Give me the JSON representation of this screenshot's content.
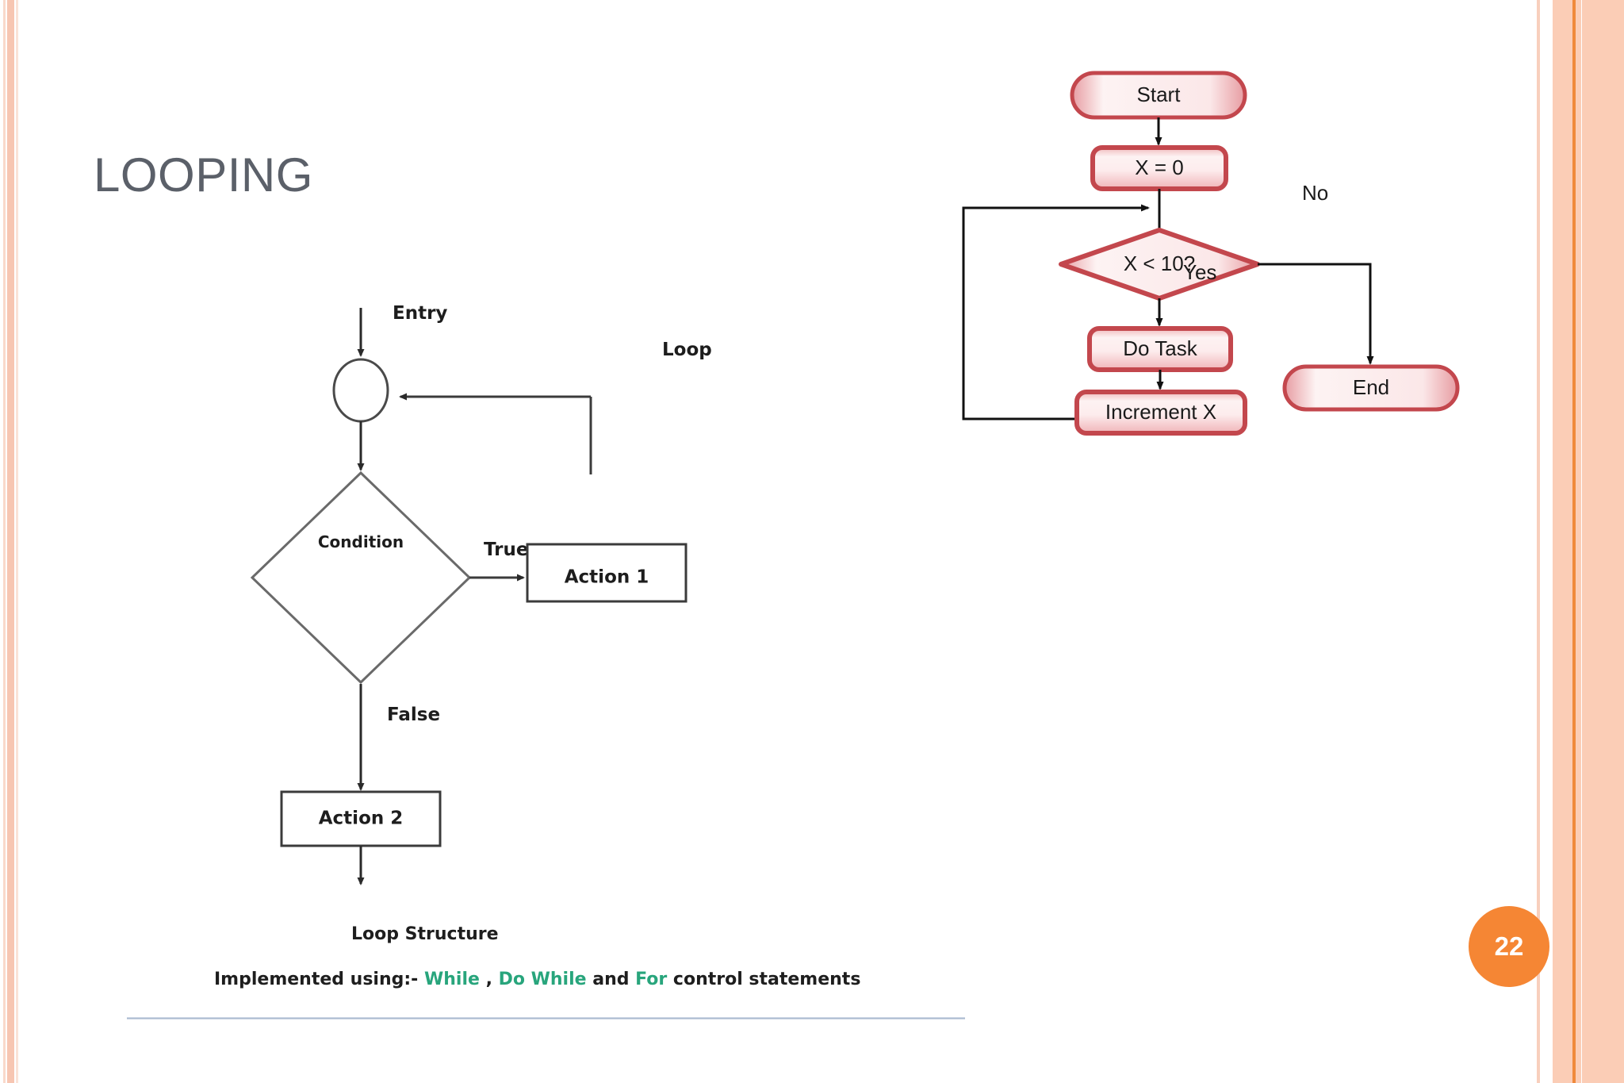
{
  "slide": {
    "title": "LOOPING",
    "page_number": "22",
    "title_color": "#5b6069",
    "badge_color": "#f58634",
    "border_accent_color": "#f08a3c",
    "border_band_color": "#fbcdb6"
  },
  "left_diagram": {
    "caption_title": "Loop Structure",
    "caption_prefix": "Implemented using:- ",
    "caption_keyword_1": "While",
    "caption_sep_1": " , ",
    "caption_keyword_2": "Do While",
    "caption_sep_2": " and ",
    "caption_keyword_3": "For",
    "caption_suffix": " control statements",
    "keyword_color": "#28a57c",
    "nodes": {
      "entry_label": "Entry",
      "loop_label": "Loop",
      "condition": "Condition",
      "true_label": "True",
      "false_label": "False",
      "action_1": "Action 1",
      "action_2": "Action 2"
    }
  },
  "right_flowchart": {
    "shape_border_color": "#c3474d",
    "shape_fill_light": "#fdf0f0",
    "shape_fill_edge": "#f3bcbe",
    "nodes": {
      "start": "Start",
      "init": "X = 0",
      "decision": "X < 10?",
      "task": "Do Task",
      "increment": "Increment X",
      "end": "End"
    },
    "branches": {
      "no": "No",
      "yes": "Yes"
    }
  }
}
